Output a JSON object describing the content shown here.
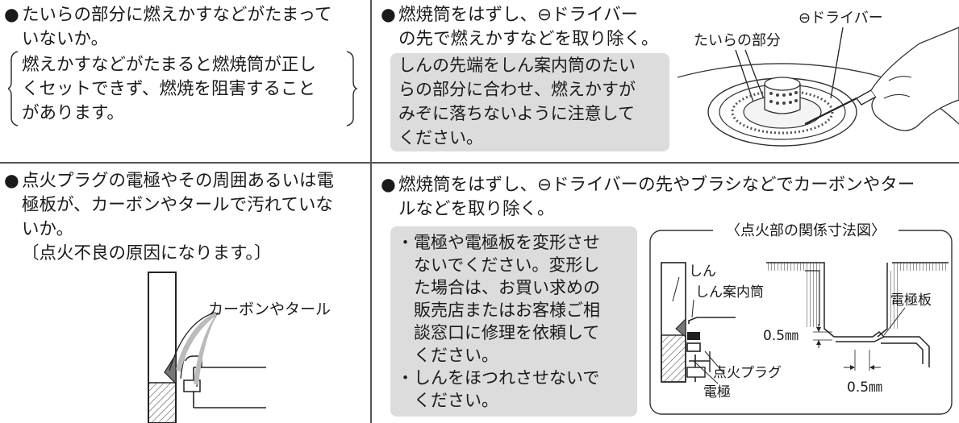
{
  "top_left": {
    "bullet": "●",
    "lines": [
      "たいらの部分に燃えかすなどがたまって",
      "いないか。"
    ],
    "note_lines": [
      "燃えかすなどがたまると燃焼筒が正し",
      "くセットできず、燃焼を阻害すること",
      "があります。"
    ]
  },
  "top_right": {
    "bullet": "●",
    "lines": [
      "燃焼筒をはずし、⊖ドライバー",
      "の先で燃えかすなどを取り除く。"
    ],
    "box_lines": [
      "しんの先端をしん案内筒のたい",
      "らの部分に合わせ、燃えかすが",
      "みぞに落ちないように注意して",
      "ください。"
    ],
    "labels": {
      "flat_part": "たいらの部分",
      "driver": "⊖ドライバー"
    }
  },
  "bottom_left": {
    "bullet": "●",
    "lines": [
      "点火プラグの電極やその周囲あるいは電",
      "極板が、カーボンやタールで汚れていな",
      "いか。",
      "〔点火不良の原因になります。〕"
    ],
    "labels": {
      "carbon": "カーボンやタール"
    }
  },
  "bottom_right": {
    "bullet": "●",
    "lines": [
      "燃焼筒をはずし、⊖ドライバーの先やブラシなどでカーボンやター",
      "ルなどを取り除く。"
    ],
    "box_lines": [
      "・電極や電極板を変形させ",
      "　ないでください。変形し",
      "　た場合は、お買い求めの",
      "　販売店またはお客様ご相",
      "　談窓口に修理を依頼して",
      "　ください。",
      "・しんをほつれさせないで",
      "　ください。"
    ],
    "diagram": {
      "title": "〈点火部の関係寸法図〉",
      "labels": {
        "wick": "しん",
        "wick_guide": "しん案内筒",
        "electrode_plate": "電極板",
        "gap1": "0.5㎜",
        "gap2": "0.5㎜",
        "spark_plug": "点火プラグ",
        "electrode": "電極"
      }
    }
  }
}
